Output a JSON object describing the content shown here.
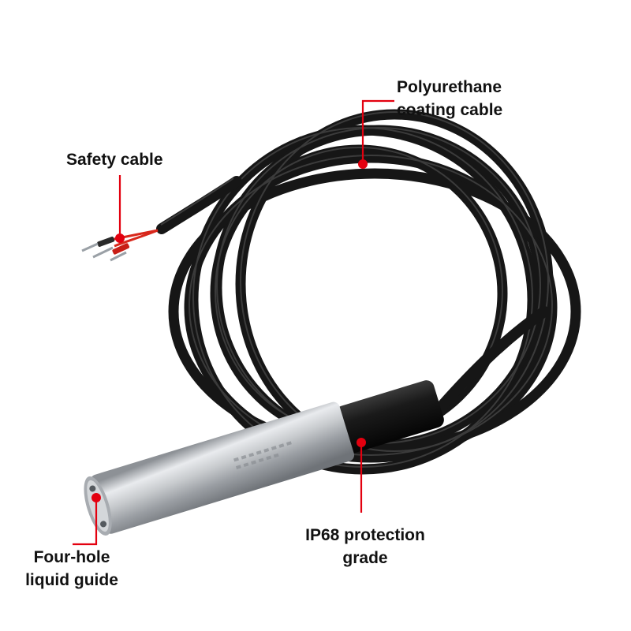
{
  "callouts": {
    "polyurethane": {
      "line1": "Polyurethane",
      "line2": "coating cable"
    },
    "safety": {
      "line1": "Safety cable"
    },
    "ip68": {
      "line1": "IP68 protection",
      "line2": "grade"
    },
    "four_hole": {
      "line1": "Four-hole",
      "line2": "liquid guide"
    }
  },
  "colors": {
    "background": "#ffffff",
    "callout_marker": "#e3000f",
    "cable": "#151515",
    "steel": "#b9bcc0",
    "text": "#111111"
  }
}
